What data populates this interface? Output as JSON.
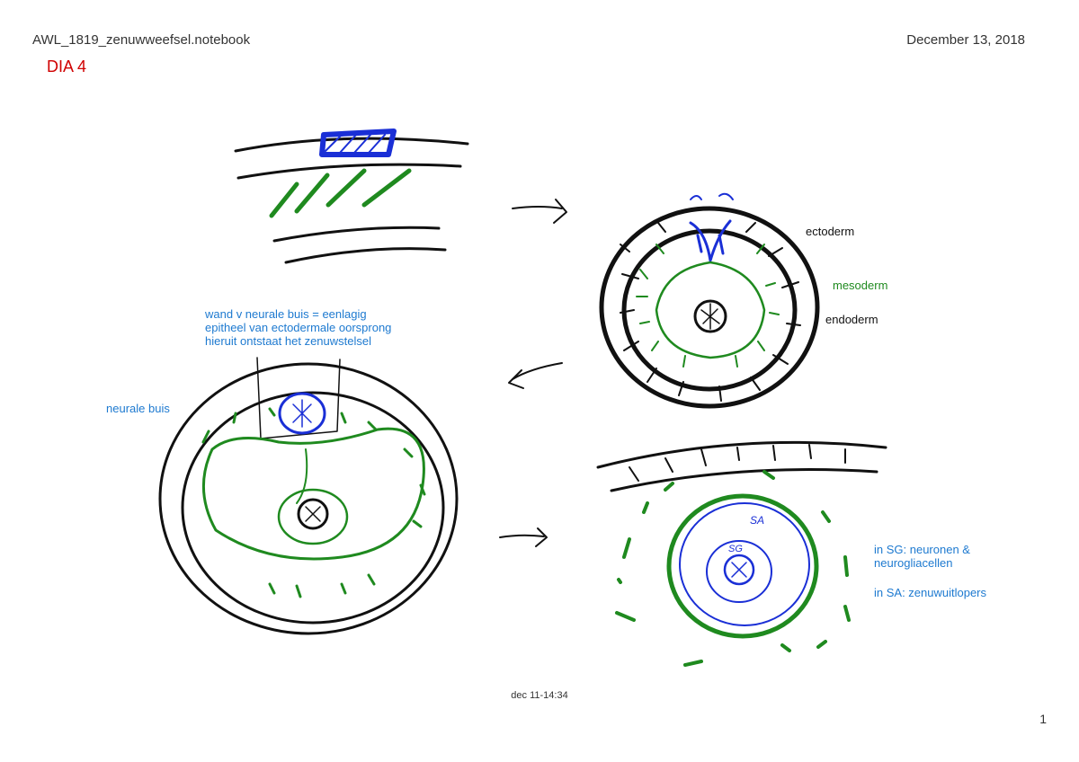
{
  "header": {
    "filename": "AWL_1819_zenuwweefsel.notebook",
    "date": "December 13, 2018"
  },
  "slide_title": "DIA 4",
  "labels": {
    "ectoderm": "ectoderm",
    "mesoderm": "mesoderm",
    "endoderm": "endoderm",
    "neural_wall_note": "wand v neurale buis = eenlagig\nepitheel van ectodermale oorsprong\nhieruit ontstaat het zenuwstelsel",
    "neurale_buis": "neurale buis",
    "sg_note": "in SG: neuronen &\nneurogliacellen",
    "sa_note": "in SA: zenuwuitlopers",
    "sa_mark": "SA",
    "sg_mark": "SG"
  },
  "footer": {
    "timestamp": "dec 11-14:34",
    "page_number": "1"
  },
  "colors": {
    "ink_black": "#111111",
    "ink_green": "#1f8a1f",
    "ink_blue": "#1a2fd6",
    "text_blue": "#1e7ad0",
    "title_red": "#d00000"
  }
}
